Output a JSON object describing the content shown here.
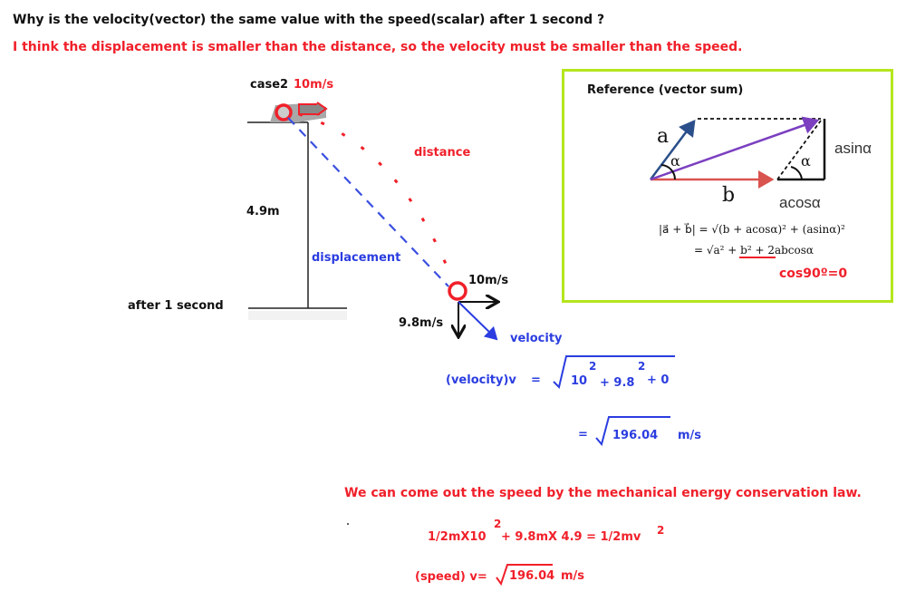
{
  "question": {
    "title": "Why is the velocity(vector) the same value  with the speed(scalar)  after 1 second ?",
    "claim": "I think the displacement is smaller than the distance, so the velocity must be  smaller than the speed."
  },
  "diagram": {
    "case_label": "case2",
    "initial_speed": "10m/s",
    "height_label": "4.9m",
    "time_label": "after 1 second",
    "distance_label": "distance",
    "displacement_label": "displacement",
    "horizontal_velocity": "10m/s",
    "vertical_velocity": "9.8m/s",
    "velocity_label": "velocity"
  },
  "reference": {
    "title": "Reference (vector sum)",
    "vec_a": "a",
    "vec_b": "b",
    "alpha": "α",
    "asin": "asinα",
    "acos": "acosα",
    "formula1": "|a⃗ + b⃗| = √(b + acosα)² + (asinα)²",
    "formula2": "= √a² + b² + 2abcosα",
    "note": "cos90º=0"
  },
  "velocity_calc": {
    "label": "(velocity)v",
    "eq": "=",
    "term1": "10",
    "exp1": "2",
    "term2": "+ 9.8",
    "exp2": "2",
    "term3": "+ 0",
    "eq2": "=",
    "result": "196.04",
    "unit": "m/s"
  },
  "energy": {
    "statement": "We can come out the speed by the mechanical energy conservation law.",
    "lhs": "1/2mX10",
    "lhs_exp": "2",
    "mid": "+ 9.8mX 4.9  = 1/2mv",
    "rhs_exp": "2",
    "speed_label": "(speed) v=",
    "speed_value": "196.04",
    "speed_unit": "m/s"
  },
  "colors": {
    "red": "#f0202a",
    "blue": "#2b3de0",
    "border": "#b5e61d",
    "purple": "#7b3fc0"
  }
}
